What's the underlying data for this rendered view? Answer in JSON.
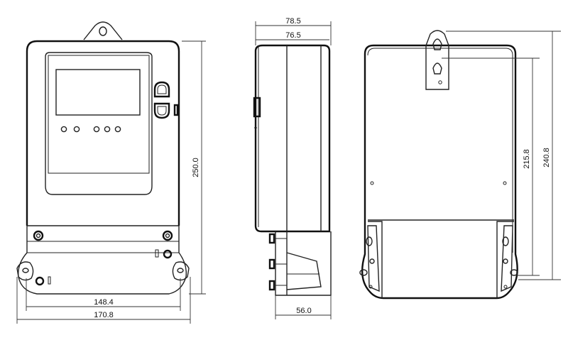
{
  "dimensions": {
    "front_height": "250.0",
    "front_inner_width": "148.4",
    "front_outer_width": "170.8",
    "side_total_depth": "78.5",
    "side_body_depth": "76.5",
    "side_terminal_depth": "56.0",
    "back_mount_distance": "215.8",
    "back_total_height": "240.8"
  }
}
